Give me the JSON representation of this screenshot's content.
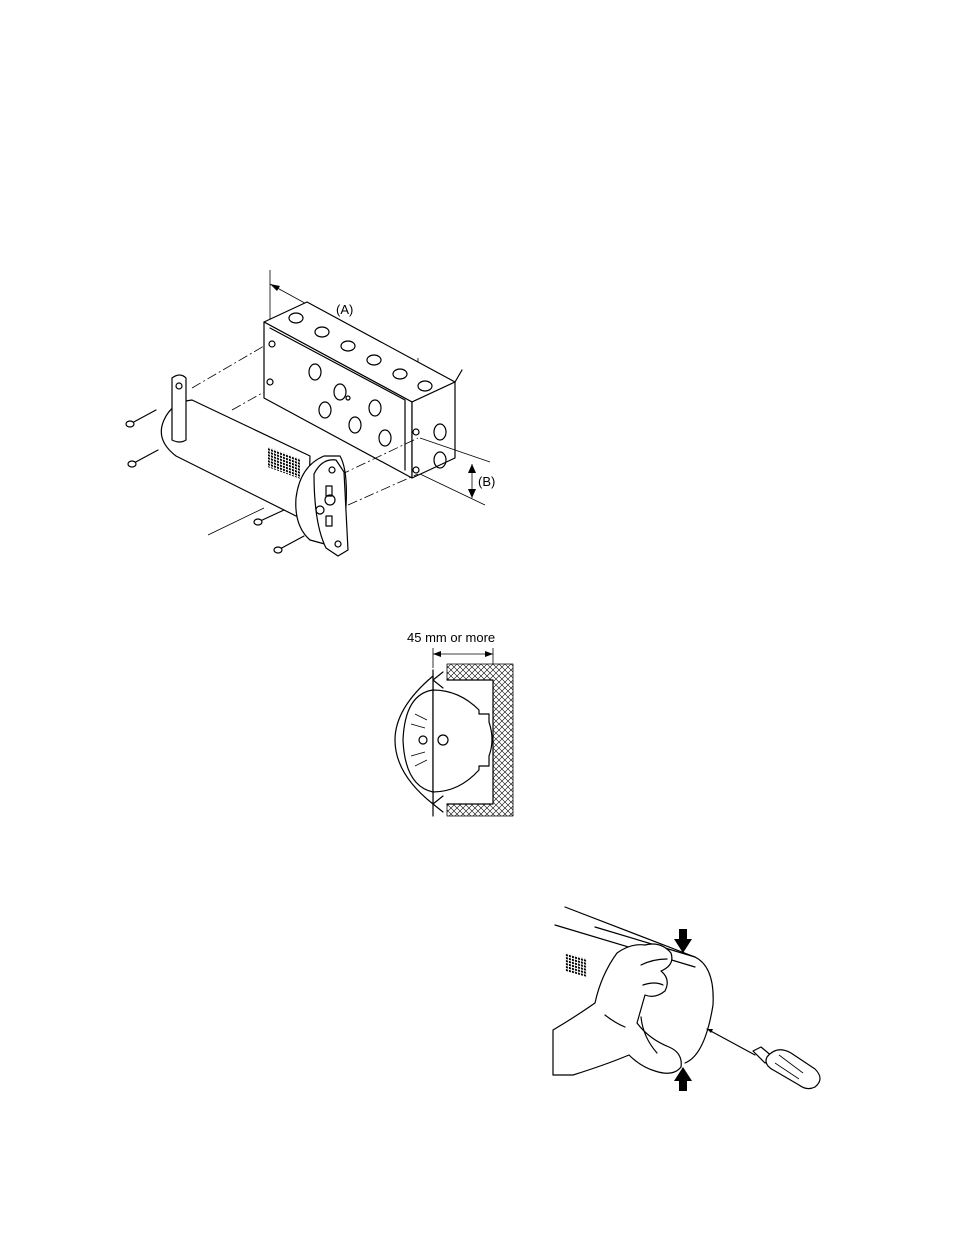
{
  "figure1": {
    "label_a": "(A)",
    "label_b": "(B)"
  },
  "figure2": {
    "clearance_label": "45 mm or more"
  },
  "figure3": {}
}
